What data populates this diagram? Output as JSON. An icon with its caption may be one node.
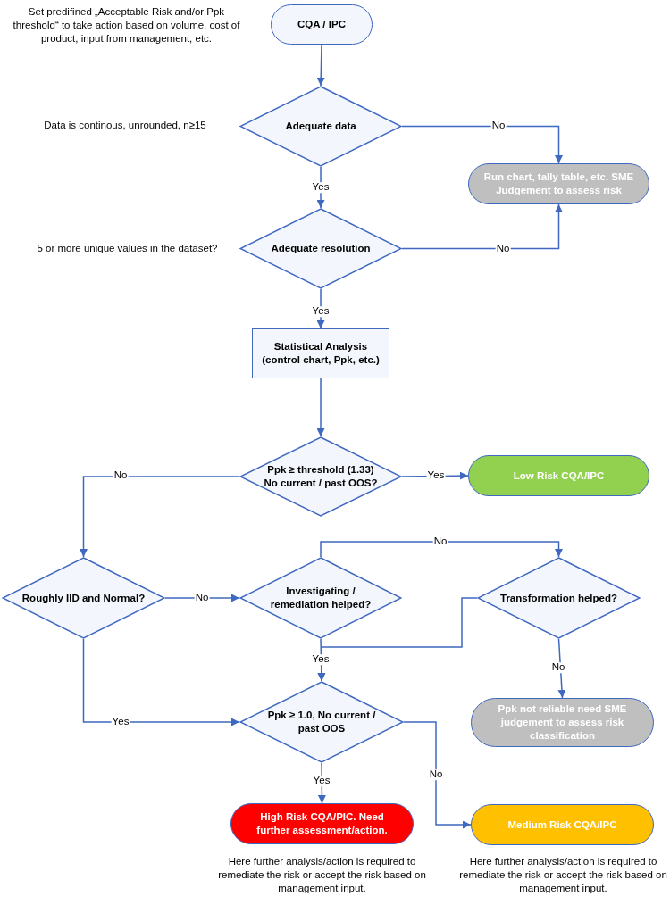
{
  "diagram": {
    "nodes": [
      {
        "text": [
          "CQA / IPC"
        ],
        "beside": [
          "Set predifined „Acceptable Risk and/or Ppk threshold“ to take action based on volume, cost of product, input from management, etc."
        ]
      },
      {
        "text": [
          "Adequate data"
        ],
        "beside": [
          "Data is continous, unrounded, n≥15"
        ]
      },
      {
        "text": [
          "Run chart, tally table, etc. SME Judgement to assess risk"
        ]
      },
      {
        "text": [
          "Adequate resolution"
        ],
        "beside": [
          "5 or more unique values in the dataset?"
        ]
      },
      {
        "text": [
          "Statistical Analysis (control chart, Ppk, etc.)"
        ]
      },
      {
        "text": [
          "Ppk ≥ threshold (1.33) No current / past OOS?"
        ]
      },
      {
        "text": [
          "Low Risk CQA/IPC"
        ]
      },
      {
        "text": [
          "Roughly IID and Normal?"
        ]
      },
      {
        "text": [
          "Investigating / remediation helped?"
        ]
      },
      {
        "text": [
          "Transformation helped?"
        ]
      },
      {
        "text": [
          "Ppk not reliable need SME judgement to assess risk classification"
        ]
      },
      {
        "text": [
          "Ppk ≥ 1.0, No current / past OOS"
        ]
      },
      {
        "text": [
          "High Risk CQA/PIC. Need further assessment/action."
        ],
        "beside": [
          "Here further analysis/action is required to remediate the risk or accept the risk based on management input."
        ]
      },
      {
        "text": [
          "Medium Risk CQA/IPC"
        ],
        "beside": [
          "Here further analysis/action is required to remediate the risk or accept the risk based on management input."
        ]
      }
    ],
    "edges": [
      {
        "from": 0,
        "to": 1,
        "arrow": "to"
      },
      {
        "from": 1,
        "to": 2,
        "arrow": "to",
        "label": "No"
      },
      {
        "from": 1,
        "to": 3,
        "arrow": "to",
        "label": "Yes"
      },
      {
        "from": 3,
        "to": 2,
        "arrow": "to",
        "label": "No"
      },
      {
        "from": 3,
        "to": 4,
        "arrow": "to",
        "label": "Yes"
      },
      {
        "from": 4,
        "to": 5,
        "arrow": "to"
      },
      {
        "from": 5,
        "to": 6,
        "arrow": "to",
        "label": "Yes"
      },
      {
        "from": 5,
        "to": 7,
        "arrow": "to",
        "label": "No"
      },
      {
        "from": 7,
        "to": 8,
        "arrow": "to",
        "label": "No"
      },
      {
        "from": 8,
        "to": 9,
        "arrow": "to",
        "label": "No"
      },
      {
        "from": 8,
        "to": 11,
        "arrow": "to",
        "label": "Yes"
      },
      {
        "from": 9,
        "to": 11,
        "arrow": "to"
      },
      {
        "from": 9,
        "to": 10,
        "arrow": "to",
        "label": "No"
      },
      {
        "from": 7,
        "to": 11,
        "arrow": "to",
        "label": "Yes"
      },
      {
        "from": 11,
        "to": 12,
        "arrow": "to",
        "label": "Yes"
      },
      {
        "from": 11,
        "to": 13,
        "arrow": "to",
        "label": "No"
      }
    ]
  }
}
